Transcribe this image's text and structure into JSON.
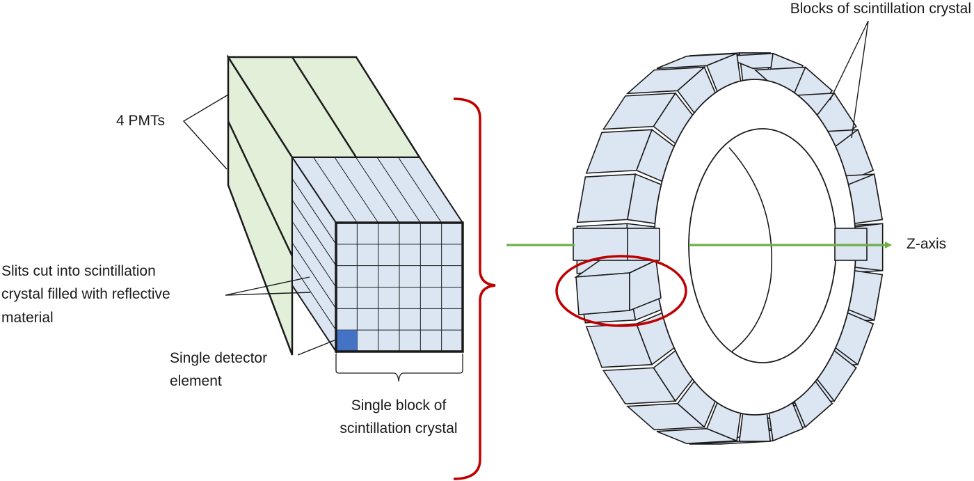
{
  "labels": {
    "pmts": "4 PMTs",
    "slits": [
      "Slits cut into scintillation",
      "crystal filled with reflective",
      "material"
    ],
    "detector": [
      "Single detector",
      "element"
    ],
    "block": [
      "Single block of",
      "scintillation crystal"
    ],
    "ring_blocks": "Blocks of scintillation crystal",
    "axis": "Z-axis"
  },
  "colors": {
    "crystal": "#dce6f2",
    "pmt": "#e2efd9",
    "detector_element": "#4472c4",
    "highlight": "#c00000",
    "axis": "#70ad47",
    "outline": "#1a1a1a"
  },
  "crystal_grid": {
    "rows": 6,
    "cols": 6,
    "highlighted_cell": {
      "row": 6,
      "col": 1
    }
  },
  "ring": {
    "block_count": 24,
    "highlighted_block": "left-lower"
  }
}
